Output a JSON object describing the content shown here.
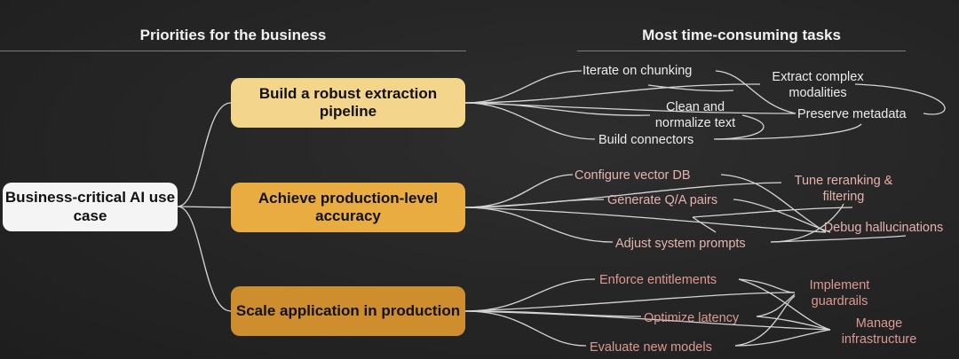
{
  "headers": {
    "left": "Priorities for  the business",
    "right": "Most time-consuming tasks"
  },
  "root": "Business-critical AI use case",
  "priorities": [
    {
      "label": "Build a robust extraction pipeline",
      "color": "#f4d58c",
      "tasks": [
        "Iterate on chunking",
        "Extract complex modalities",
        "Clean and normalize text",
        "Preserve metadata",
        "Build connectors"
      ]
    },
    {
      "label": "Achieve production-level accuracy",
      "color": "#e8ac40",
      "tasks": [
        "Configure vector DB",
        "Tune reranking & filtering",
        "Generate Q/A pairs",
        "Debug hallucinations",
        "Adjust system prompts"
      ]
    },
    {
      "label": "Scale application in production",
      "color": "#cf8e2e",
      "tasks": [
        "Enforce entitlements",
        "Implement guardrails",
        "Optimize latency",
        "Manage infrastructure",
        "Evaluate new models"
      ]
    }
  ]
}
